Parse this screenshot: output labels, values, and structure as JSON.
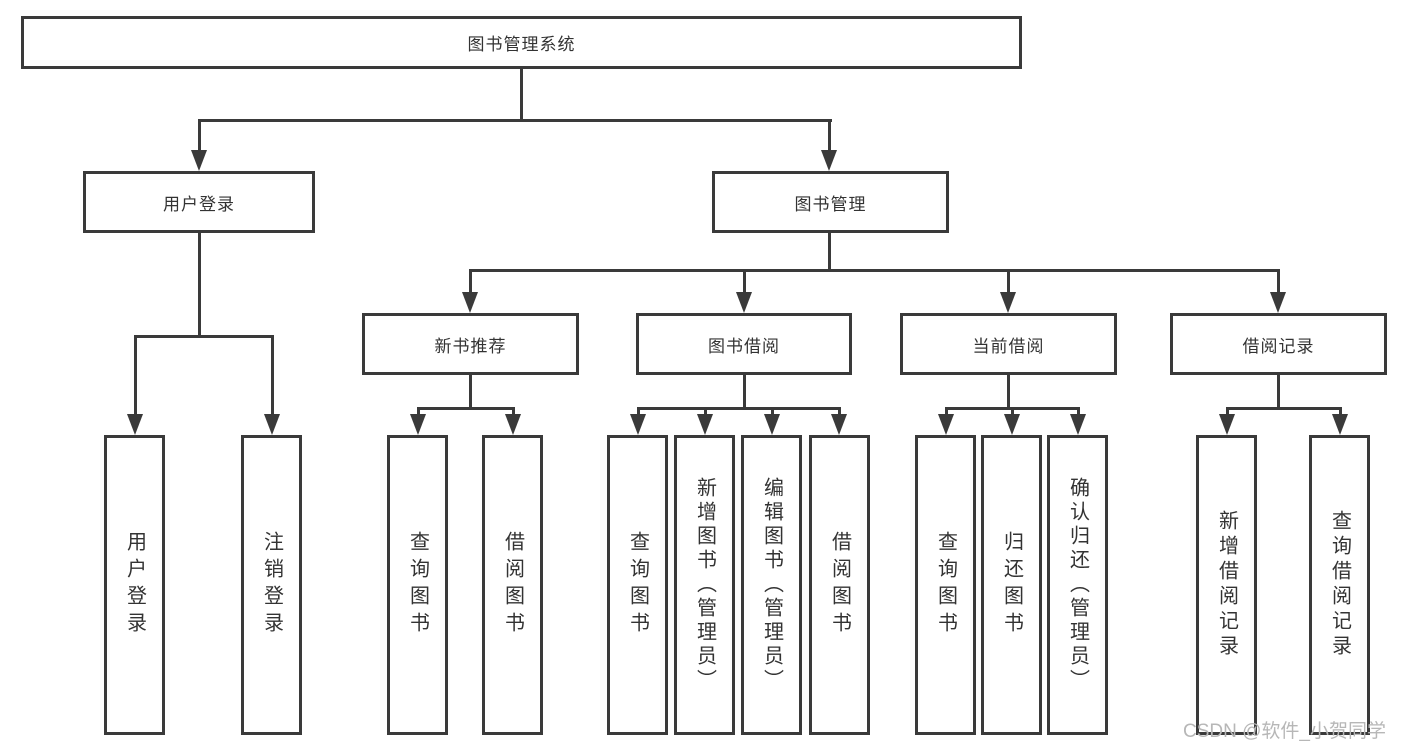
{
  "colors": {
    "line": "#3a3a3a",
    "text": "#333333",
    "watermark": "#b7b7b7"
  },
  "watermark": "CSDN @软件_小贺同学",
  "tree": {
    "root": {
      "label": "图书管理系统"
    },
    "branches": [
      {
        "label": "用户登录",
        "children": [
          {
            "label": "用户登录"
          },
          {
            "label": "注销登录"
          }
        ]
      },
      {
        "label": "图书管理",
        "children": [
          {
            "label": "新书推荐",
            "children": [
              {
                "label": "查询图书"
              },
              {
                "label": "借阅图书"
              }
            ]
          },
          {
            "label": "图书借阅",
            "children": [
              {
                "label": "查询图书"
              },
              {
                "label": "新增图书（管理员）"
              },
              {
                "label": "编辑图书（管理员）"
              },
              {
                "label": "借阅图书"
              }
            ]
          },
          {
            "label": "当前借阅",
            "children": [
              {
                "label": "查询图书"
              },
              {
                "label": "归还图书"
              },
              {
                "label": "确认归还（管理员）"
              }
            ]
          },
          {
            "label": "借阅记录",
            "children": [
              {
                "label": "新增借阅记录"
              },
              {
                "label": "查询借阅记录"
              }
            ]
          }
        ]
      }
    ]
  }
}
